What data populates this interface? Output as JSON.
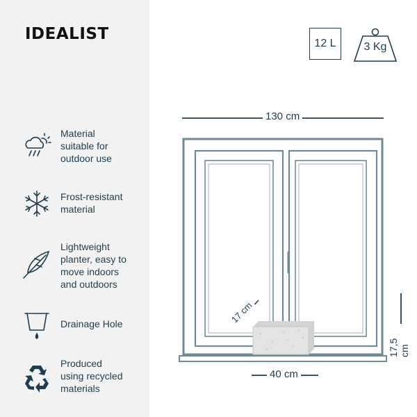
{
  "brand": {
    "logo": "IDEALIST"
  },
  "badges": {
    "volume": "12 L",
    "weight": "3 Kg"
  },
  "features": [
    {
      "icon": "weather-icon",
      "lines": [
        "Material",
        "suitable for",
        "outdoor use"
      ]
    },
    {
      "icon": "snowflake-icon",
      "lines": [
        "Frost-resistant",
        "material"
      ]
    },
    {
      "icon": "feather-icon",
      "lines": [
        "Lightweight",
        "planter, easy to",
        "move indoors",
        "and outdoors"
      ]
    },
    {
      "icon": "drainage-pot-icon",
      "lines": [
        "Drainage Hole"
      ]
    },
    {
      "icon": "recycle-icon",
      "lines": [
        "Produced",
        "using recycled",
        "materials"
      ]
    }
  ],
  "dimensions": {
    "window_width": "130 cm",
    "planter_length": "40 cm",
    "planter_depth": "17 cm",
    "planter_height": "17,5 cm"
  },
  "colors": {
    "text_primary": "#1e3d4f",
    "window_frame": "#6e8a96",
    "sidebar_bg": "#f2f2f2",
    "planter": "#e3e3e3"
  }
}
